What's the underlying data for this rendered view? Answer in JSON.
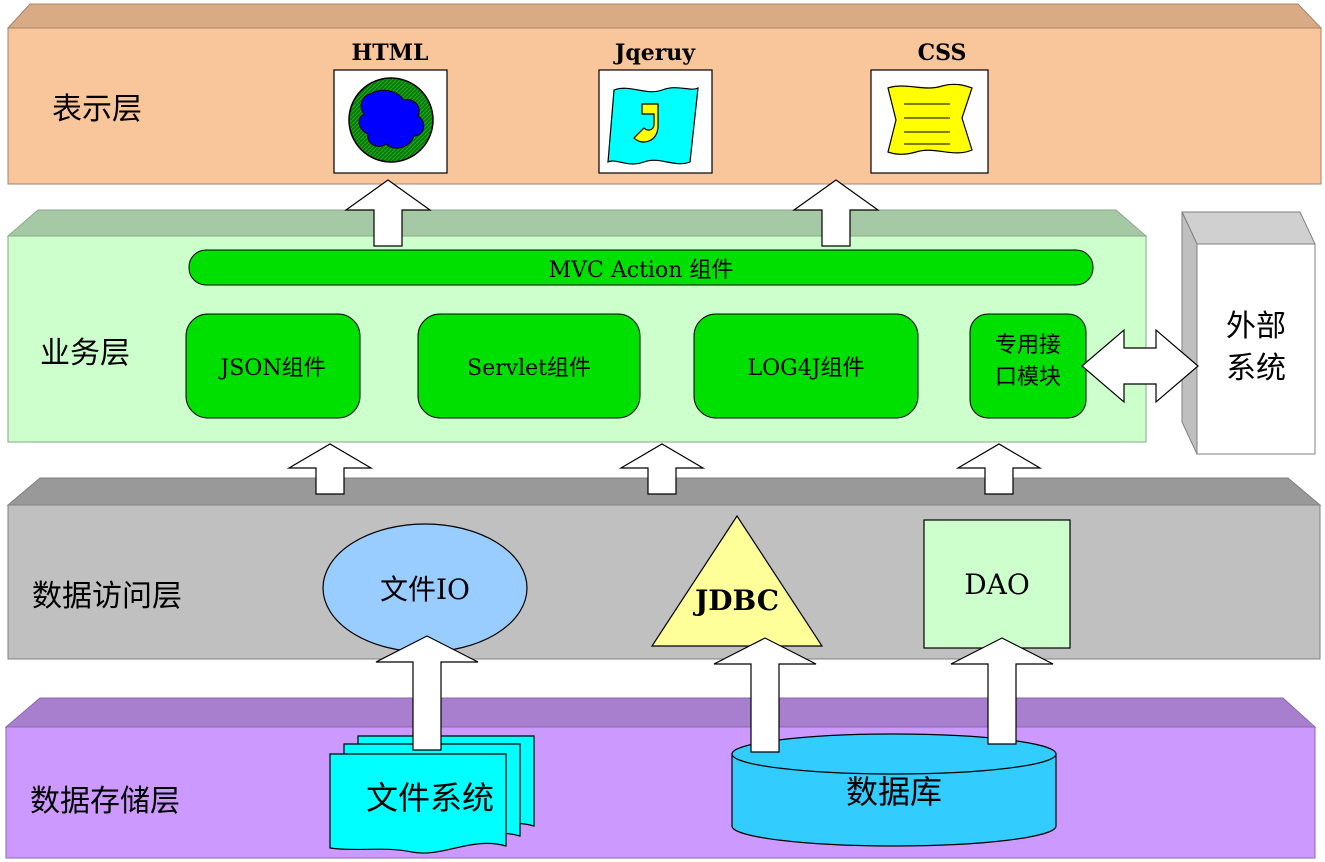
{
  "colors": {
    "presentation": "#f9c69b",
    "business": "#ccffcc",
    "data_access": "#c0c0c0",
    "storage": "#cc99ff",
    "component_green": "#00e000",
    "jdbc": "#ffff99",
    "dao": "#ccffcc",
    "file_io": "#99ccff",
    "database": "#33ccff"
  },
  "layers": {
    "presentation": "表示层",
    "business": "业务层",
    "data_access": "数据访问层",
    "storage": "数据存储层"
  },
  "presentation_items": [
    {
      "label": "HTML",
      "icon": "globe-icon"
    },
    {
      "label": "Jqeruy",
      "icon": "jquery-icon"
    },
    {
      "label": "CSS",
      "icon": "stylesheet-icon"
    }
  ],
  "business": {
    "mvc": "MVC  Action 组件",
    "components": [
      "JSON组件",
      "Servlet组件",
      "LOG4J组件"
    ],
    "interface_module": [
      "专用接",
      "口模块"
    ]
  },
  "external_system": [
    "外部",
    "系统"
  ],
  "data_access": {
    "file_io": "文件IO",
    "jdbc": "JDBC",
    "dao": "DAO"
  },
  "storage": {
    "file_system": "文件系统",
    "database": "数据库"
  }
}
